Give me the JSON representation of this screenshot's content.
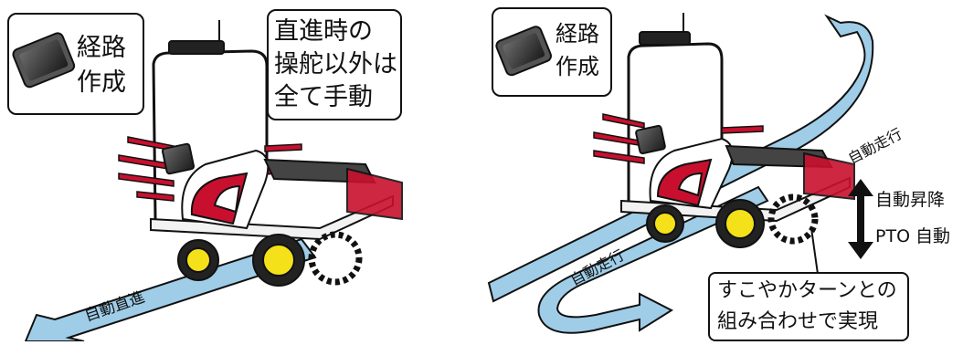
{
  "left_panel": {
    "callout_route": [
      "経路",
      "作成"
    ],
    "callout_manual": [
      "直進時の",
      "操舵以外は",
      "全て手動"
    ],
    "arrow_label": "自動直進"
  },
  "right_panel": {
    "callout_route": [
      "経路",
      "作成"
    ],
    "arrow_label_top": "自動走行",
    "arrow_label_bottom": "自動走行",
    "lift_labels": [
      "自動昇降",
      "PTO 自動"
    ],
    "callout_turn": [
      "すこやかターンとの",
      "組み合わせで実現"
    ]
  },
  "colors": {
    "arrow_fill": "#9fcde8",
    "accent_red": "#c8102e",
    "wheel_yellow": "#f4e11a",
    "outline": "#111111"
  }
}
